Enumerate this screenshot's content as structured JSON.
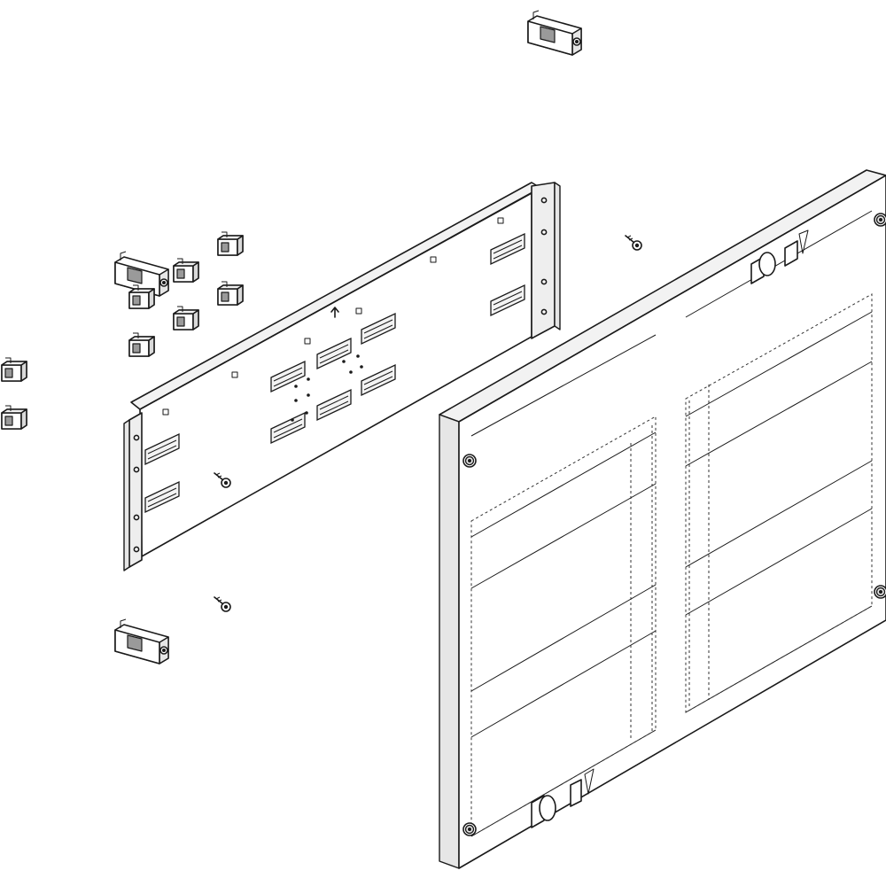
{
  "drawing": {
    "parts": [
      {
        "name": "mounting-rail-bracket"
      },
      {
        "name": "terminal-clip"
      },
      {
        "name": "mounting-plate"
      },
      {
        "name": "fixing-screw"
      },
      {
        "name": "cover-panel"
      }
    ],
    "colors": {
      "line": "#1a1a1a",
      "fill": "#ffffff",
      "shade": "#e6e6e6"
    }
  }
}
